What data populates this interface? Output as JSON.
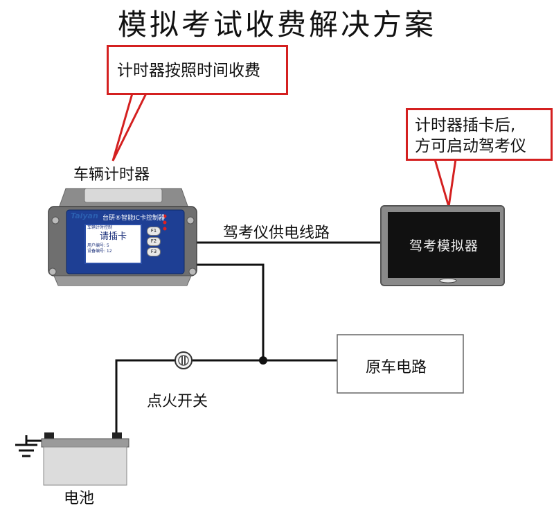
{
  "title": "模拟考试收费解决方案",
  "callouts": {
    "timer_billing": "计时器按照时间收费",
    "insert_card_line1": "计时器插卡后,",
    "insert_card_line2": "方可启动驾考仪"
  },
  "labels": {
    "vehicle_timer": "车辆计时器",
    "power_line": "驾考仪供电线路",
    "simulator": "驾考模拟器",
    "original_circuit": "原车电路",
    "ignition_switch": "点火开关",
    "battery": "电池"
  },
  "device": {
    "brand": "Taiyan",
    "product": "台研®智能IC卡控制器",
    "screen_line1": "车辆计时控制",
    "screen_big": "请插卡",
    "screen_line2": "用户编号: 5",
    "screen_line3": "设备编号: 12",
    "keys": [
      "F1",
      "F2",
      "F3"
    ]
  },
  "colors": {
    "callout_border": "#d42020",
    "wire": "#111111",
    "screen_dark": "#111111"
  }
}
